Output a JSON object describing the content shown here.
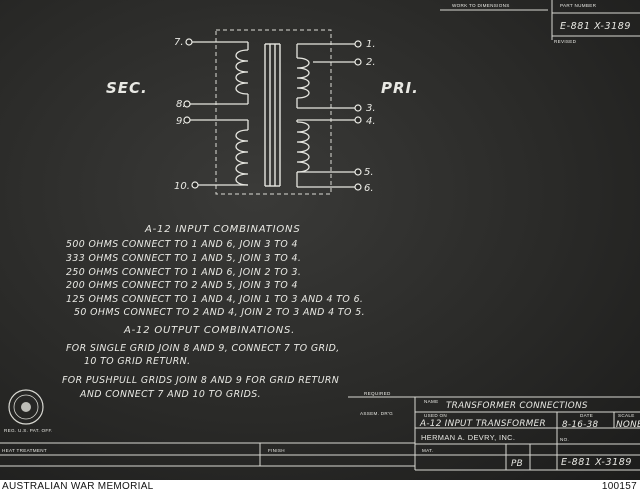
{
  "header": {
    "work_note": "WORK TO DIMENSIONS",
    "part_number_label": "PART NUMBER",
    "part_number": "E-881 X-3189",
    "revised_label": "REVISED"
  },
  "diagram": {
    "secondary_label": "SEC.",
    "primary_label": "PRI.",
    "terminals": {
      "t1": "1.",
      "t2": "2.",
      "t3": "3.",
      "t4": "4.",
      "t5": "5.",
      "t6": "6.",
      "t7": "7.",
      "t8": "8.",
      "t9": "9.",
      "t10": "10."
    }
  },
  "notes": {
    "input_title": "A-12 INPUT COMBINATIONS",
    "input_lines": [
      "500 OHMS CONNECT TO 1 AND 6, JOIN 3 TO 4",
      "333 OHMS CONNECT TO 1 AND 5, JOIN 3 TO 4.",
      "250 OHMS CONNECT TO 1 AND 6, JOIN 2 TO 3.",
      "200 OHMS CONNECT TO 2 AND 5, JOIN 3 TO 4",
      "125 OHMS CONNECT TO 1 AND 4, JOIN 1 TO 3 AND 4 TO 6.",
      "50 OHMS CONNECT TO 2 AND 4, JOIN 2 TO 3 AND 4 TO 5."
    ],
    "output_title": "A-12 OUTPUT COMBINATIONS.",
    "output_lines": [
      "FOR SINGLE GRID JOIN 8 AND 9, CONNECT 7 TO GRID,",
      "10 TO GRID RETURN.",
      "FOR PUSHPULL GRIDS JOIN 8 AND 9 FOR GRID RETURN",
      "AND CONNECT 7 AND 10 TO GRIDS."
    ]
  },
  "title_block": {
    "required_label": "REQUIRED",
    "name_label": "NAME",
    "name_value": "TRANSFORMER CONNECTIONS",
    "used_on_label": "USED ON",
    "used_on_value": "A-12 INPUT TRANSFORMER",
    "date_label": "DATE",
    "date_value": "8-16-38",
    "scale_label": "SCALE",
    "scale_value": "NONE",
    "company": "HERMAN A. DEVRY, INC.",
    "assem_label": "ASSEM. DR'G",
    "no_label": "NO.",
    "number_value": "E-881 X-3189",
    "mat_label": "MAT.",
    "initials": "PB",
    "heat_treatment_label": "HEAT TREATMENT",
    "finish_label": "FINISH",
    "seal_text": "REG. U.S. PAT. OFF."
  },
  "footer": {
    "credit": "AUSTRALIAN WAR MEMORIAL",
    "number": "100157"
  }
}
